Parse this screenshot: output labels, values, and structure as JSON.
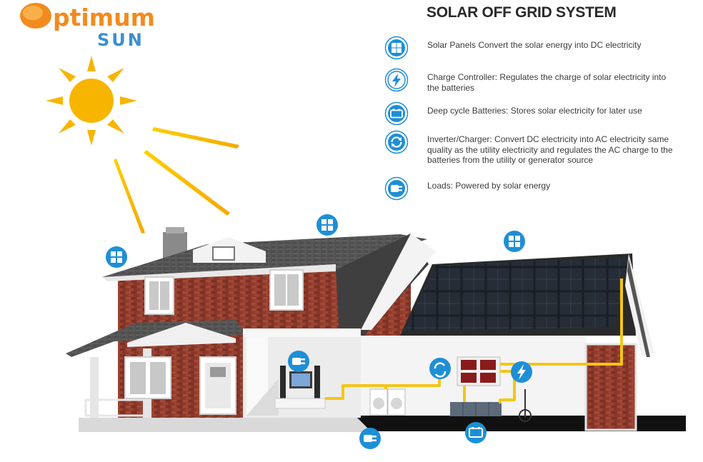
{
  "logo": {
    "word1": "ptimum",
    "word2": "SUN"
  },
  "title": "SOLAR OFF GRID SYSTEM",
  "legend": [
    {
      "icon": "solar-panel-icon",
      "text": "Solar Panels Convert the solar energy into DC electricity"
    },
    {
      "icon": "lightning-bolt-icon",
      "text": "Charge Controller: Regulates the charge of solar electricity into the batteries"
    },
    {
      "icon": "battery-icon",
      "text": "Deep cycle Batteries: Stores solar electricity for later use"
    },
    {
      "icon": "inverter-cycle-icon",
      "text": "Inverter/Charger: Convert DC electricity into AC electricity same quality as the utility electricity and regulates the AC charge to the batteries from the utility or generator source"
    },
    {
      "icon": "plug-icon",
      "text": "Loads: Powered by solar energy"
    }
  ],
  "colors": {
    "accent_blue": "#1e8fd6",
    "sun_yellow": "#f7b500",
    "wire_yellow": "#f5c518",
    "logo_orange": "#f28b1e",
    "logo_blue": "#3a8fd0",
    "brick": "#8e3a2c"
  }
}
